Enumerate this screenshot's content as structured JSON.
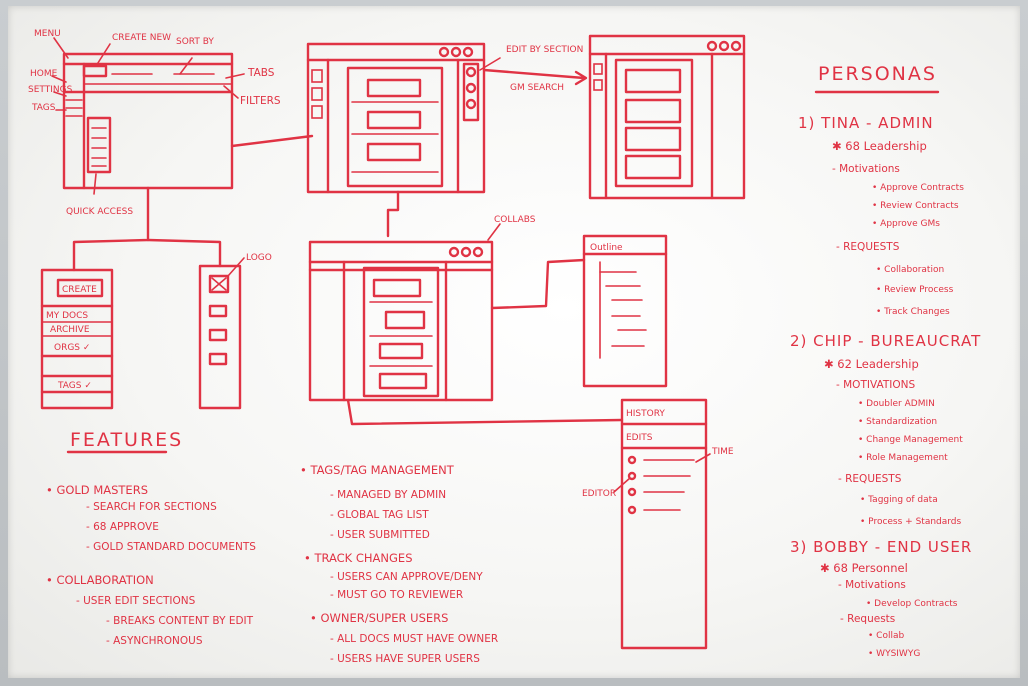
{
  "wireframe": {
    "labels": {
      "menu": "MENU",
      "home": "HOME",
      "settings": "SETTINGS",
      "tags": "TAGS",
      "create_new": "CREATE NEW",
      "sort_by": "SORT BY",
      "tabs": "TABS",
      "filters": "FILTERS",
      "quick_access": "QUICK ACCESS",
      "edit_by_section": "EDIT BY SECTION",
      "gm_search": "GM SEARCH",
      "logo": "LOGO",
      "collabs": "COLLABS",
      "outline": "Outline",
      "history": "HISTORY",
      "edits": "EDITS",
      "time": "TIME",
      "editor": "EDITOR"
    },
    "sidebar_panel": {
      "create": "CREATE",
      "my_docs": "MY DOCS",
      "archive": "ARCHIVE",
      "orgs": "ORGS ✓",
      "tags": "TAGS ✓"
    }
  },
  "features": {
    "title": "FEATURES",
    "col1": [
      {
        "head": "• GOLD MASTERS",
        "items": [
          "- SEARCH FOR SECTIONS",
          "- 68 APPROVE",
          "- GOLD STANDARD DOCUMENTS"
        ]
      },
      {
        "head": "• COLLABORATION",
        "items": [
          "- USER EDIT SECTIONS",
          "- BREAKS CONTENT BY EDIT",
          "- ASYNCHRONOUS"
        ]
      }
    ],
    "col2": [
      {
        "head": "• TAGS/TAG MANAGEMENT",
        "items": [
          "- MANAGED BY ADMIN",
          "- GLOBAL TAG LIST",
          "- USER SUBMITTED"
        ]
      },
      {
        "head": "• TRACK CHANGES",
        "items": [
          "- USERS CAN APPROVE/DENY",
          "- MUST GO TO REVIEWER"
        ]
      },
      {
        "head": "• OWNER/SUPER USERS",
        "items": [
          "- ALL DOCS MUST HAVE OWNER",
          "- USERS HAVE SUPER USERS"
        ]
      }
    ]
  },
  "personas": {
    "title": "PERSONAS",
    "list": [
      {
        "name": "1) TINA - ADMIN",
        "role": "✱ 68 Leadership",
        "motivations_label": "- Motivations",
        "motivations": [
          "• Approve Contracts",
          "• Review Contracts",
          "• Approve GMs"
        ],
        "requests_label": "- REQUESTS",
        "requests": [
          "• Collaboration",
          "• Review Process",
          "• Track Changes"
        ]
      },
      {
        "name": "2) CHIP - BUREAUCRAT",
        "role": "✱ 62 Leadership",
        "motivations_label": "- MOTIVATIONS",
        "motivations": [
          "• Doubler ADMIN",
          "• Standardization",
          "• Change Management",
          "• Role Management"
        ],
        "requests_label": "- REQUESTS",
        "requests": [
          "• Tagging of data",
          "• Process + Standards"
        ]
      },
      {
        "name": "3) BOBBY - END USER",
        "role": "✱ 68 Personnel",
        "motivations_label": "- Motivations",
        "motivations": [
          "• Develop Contracts"
        ],
        "requests_label": "- Requests",
        "requests": [
          "• Collab",
          "• WYSIWYG"
        ]
      }
    ]
  }
}
